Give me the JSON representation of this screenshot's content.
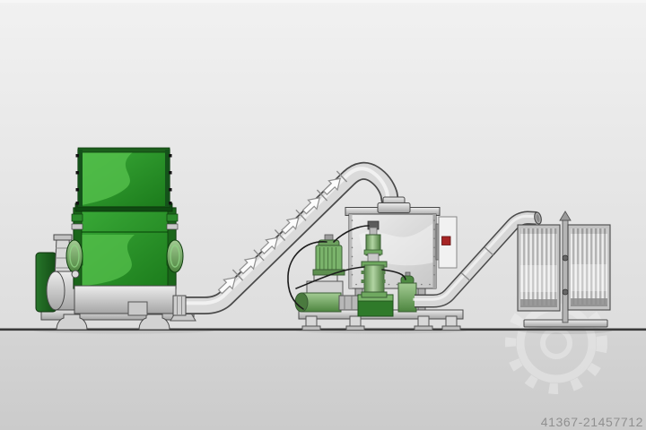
{
  "watermark": {
    "listing_id": "41367-21457712",
    "color": "#909090"
  },
  "illustration": {
    "subject": "recycling-machine-line-side-view",
    "components": [
      {
        "name": "shredder-with-green-hopper"
      },
      {
        "name": "side-blower"
      },
      {
        "name": "conveying-pipe",
        "flow_arrows": 6
      },
      {
        "name": "container-unit-with-dosing-column"
      },
      {
        "name": "control-panel-with-red-indicator"
      },
      {
        "name": "discharge-pipe"
      },
      {
        "name": "double-screen-stand",
        "panels": 2
      }
    ],
    "colors": {
      "background_top": "#f0f0f0",
      "background_bottom": "#d9d9d9",
      "ground": "#d2d2d2",
      "floor_line": "#3a3a3a",
      "hopper_green": "#2f9e2e",
      "hopper_green_dark": "#1a7a1a",
      "hopper_green_light": "#58c14e",
      "equipment_green": "#6fa960",
      "metal_light": "#e6e6e6",
      "metal_mid": "#bdbdbd",
      "outline_gray": "#4a4a4a",
      "panel_white": "#f1f1f1",
      "indicator_red": "#a62424",
      "watermark_text": "#909090"
    }
  }
}
